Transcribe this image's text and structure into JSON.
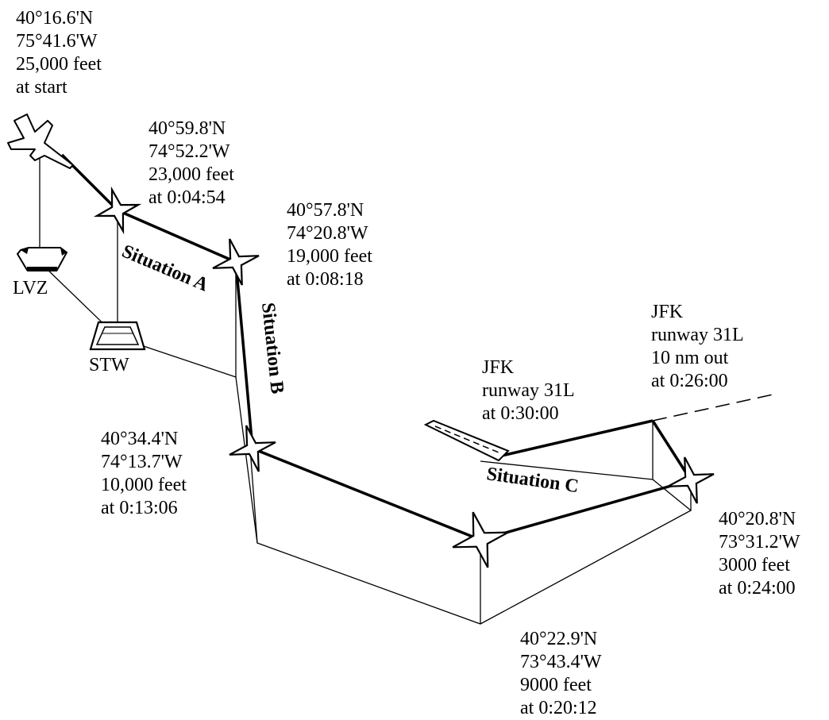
{
  "waypoints": {
    "start": [
      "40°16.6'N",
      "75°41.6'W",
      "25,000 feet",
      "at start"
    ],
    "wp1": [
      "40°59.8'N",
      "74°52.2'W",
      "23,000 feet",
      "at 0:04:54"
    ],
    "wp2": [
      "40°57.8'N",
      "74°20.8'W",
      "19,000 feet",
      "at 0:08:18"
    ],
    "wp3": [
      "40°34.4'N",
      "74°13.7'W",
      "10,000 feet",
      "at 0:13:06"
    ],
    "wp4": [
      "40°22.9'N",
      "73°43.4'W",
      "9000 feet",
      "at 0:20:12"
    ],
    "wp5": [
      "40°20.8'N",
      "73°31.2'W",
      "3000 feet",
      "at 0:24:00"
    ],
    "jfk_out": [
      "JFK",
      "runway 31L",
      "10 nm out",
      "at 0:26:00"
    ],
    "jfk_rwy": [
      "JFK",
      "runway 31L",
      "at 0:30:00"
    ]
  },
  "navaids": {
    "lvz": "LVZ",
    "stw": "STW"
  },
  "situations": {
    "a": "Situation A",
    "b": "Situation B",
    "c": "Situation C"
  }
}
